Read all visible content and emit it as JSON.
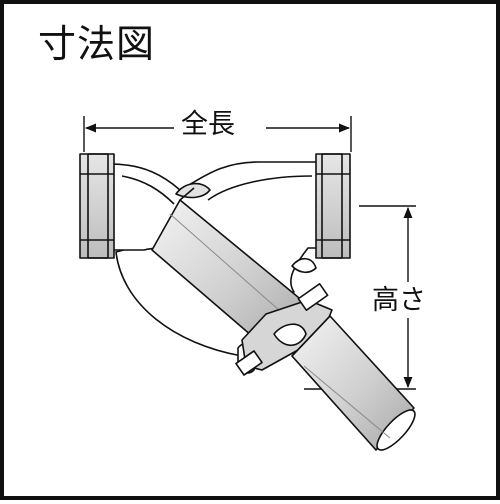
{
  "header": {
    "title": "寸法図"
  },
  "dimensions": {
    "length_label": "全長",
    "height_label": "高さ"
  },
  "colors": {
    "line": "#111111",
    "fill_body": "#ffffff",
    "shade_light": "#dcdcdc",
    "shade_mid": "#c4c4c4",
    "shade_dark": "#9a9a9a"
  }
}
